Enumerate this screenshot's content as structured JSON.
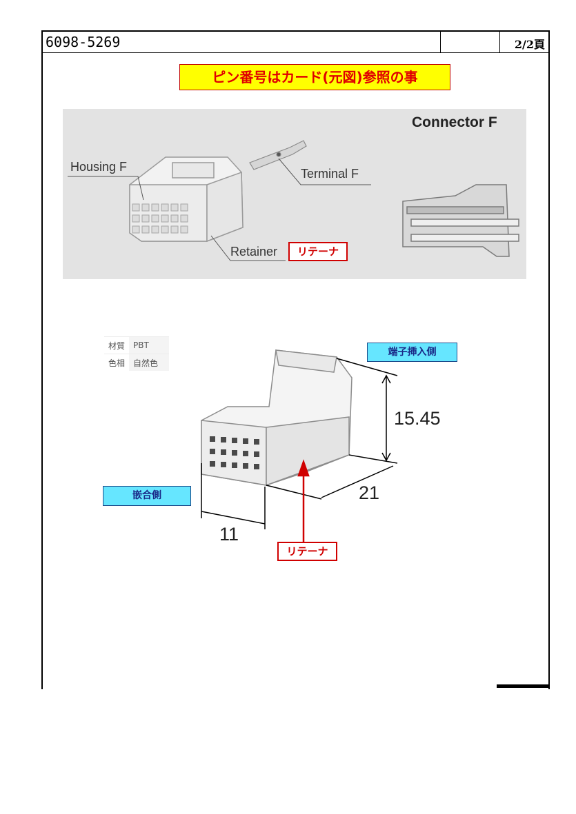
{
  "header": {
    "doc_number": "6098-5269",
    "page": "2/2頁"
  },
  "notice": "ピン番号はカード(元図)参照の事",
  "connector_panel": {
    "title": "Connector F",
    "housing_label": "Housing F",
    "terminal_label": "Terminal F",
    "retainer_label": "Retainer",
    "retainer_jp": "リテーナ"
  },
  "spec_table": {
    "rows": [
      {
        "key": "材質",
        "value": "PBT"
      },
      {
        "key": "色相",
        "value": "自然色"
      }
    ]
  },
  "drawing": {
    "terminal_side_label": "端子挿入側",
    "mating_side_label": "嵌合側",
    "height_dim": "15.45",
    "depth_dim": "21",
    "width_dim": "11",
    "retainer_callout": "リテーナ"
  }
}
